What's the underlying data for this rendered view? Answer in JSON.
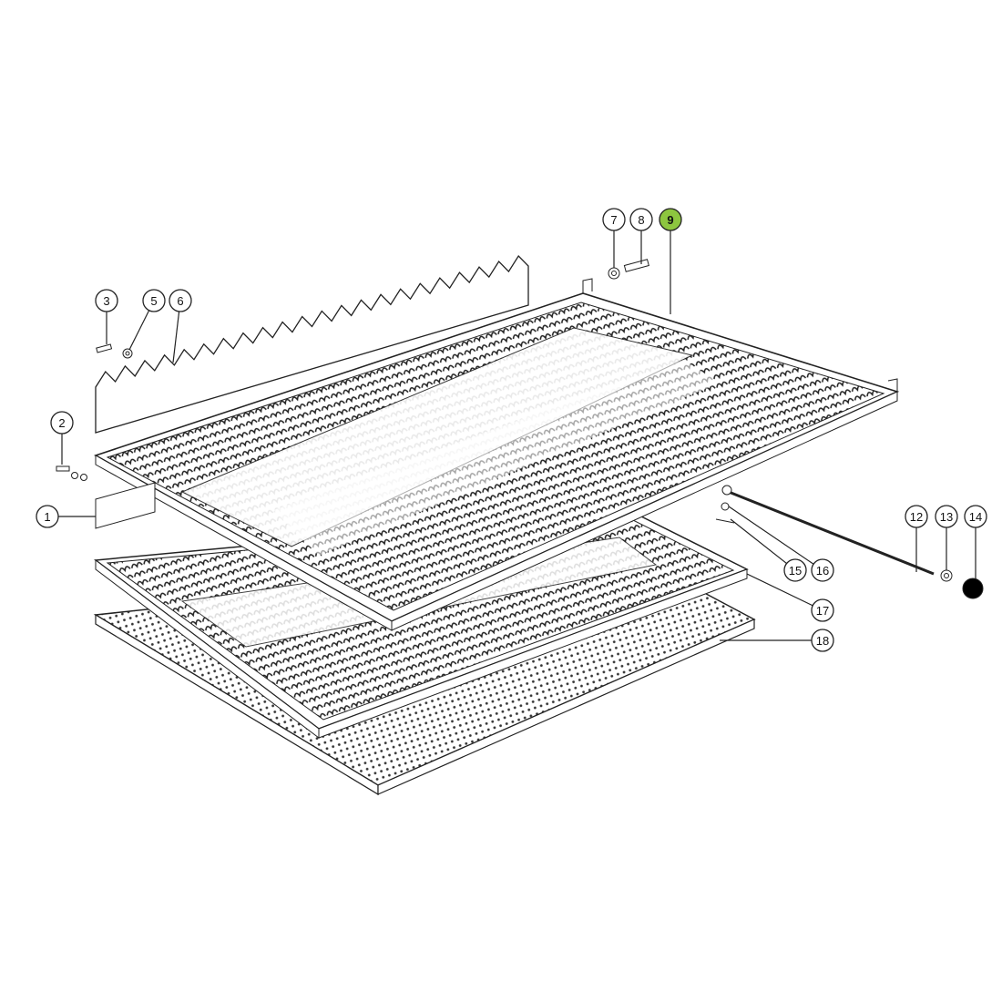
{
  "diagram": {
    "callouts": [
      {
        "label": "1"
      },
      {
        "label": "2"
      },
      {
        "label": "3"
      },
      {
        "label": "5"
      },
      {
        "label": "6"
      },
      {
        "label": "7"
      },
      {
        "label": "8"
      },
      {
        "label": "9",
        "highlight": "#8dc63f"
      },
      {
        "label": "12"
      },
      {
        "label": "13"
      },
      {
        "label": "14",
        "filled": "#000000"
      },
      {
        "label": "15"
      },
      {
        "label": "16"
      },
      {
        "label": "17"
      },
      {
        "label": "18"
      }
    ]
  }
}
